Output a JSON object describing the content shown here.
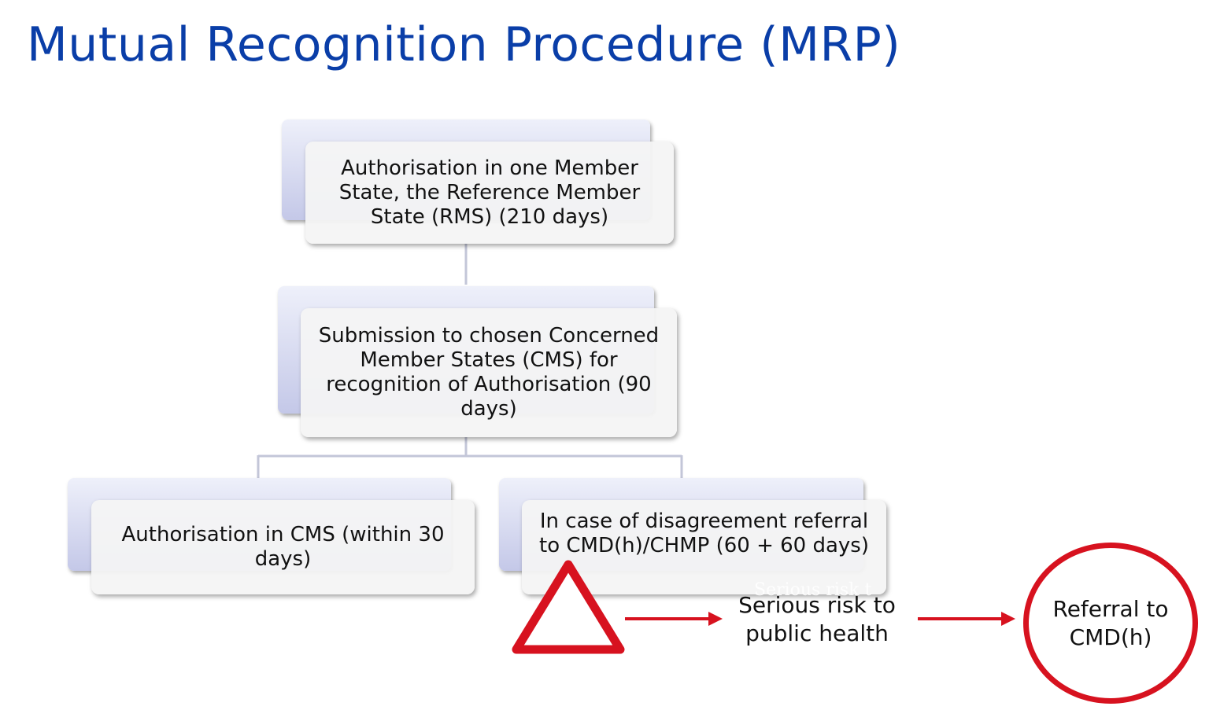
{
  "title": "Mutual Recognition Procedure (MRP)",
  "nodes": {
    "rms": "Authorisation in one Member State, the Reference Member State (RMS) (210 days)",
    "submission": "Submission to chosen Concerned Member States (CMS) for recognition of Authorisation (90 days)",
    "cms_authorisation": "Authorisation in CMS (within 30 days)",
    "disagreement": "In case of disagreement referral to CMD(h)/CHMP (60 + 60 days)"
  },
  "warning": {
    "icon": "warning-triangle-icon",
    "overlay_text": "Serious risk t",
    "label": "Serious risk to public health"
  },
  "referral": "Referral to CMD(h)",
  "colors": {
    "title": "#0a3ea8",
    "alert": "#d7121f",
    "connector": "#c3c6d8"
  }
}
